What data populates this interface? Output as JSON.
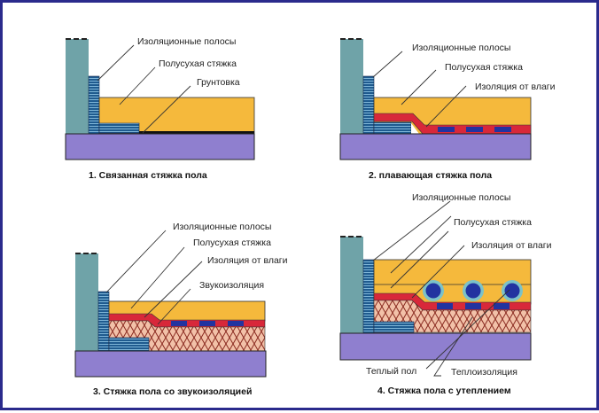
{
  "diagrams": [
    {
      "caption": "1. Связанная стяжка пола",
      "labels": [
        "Изоляционные полосы",
        "Полусухая стяжка",
        "Грунтовка"
      ]
    },
    {
      "caption": "2. плавающая стяжка пола",
      "labels": [
        "Изоляционные полосы",
        "Полусухая стяжка",
        "Изоляция от влаги"
      ]
    },
    {
      "caption": "3. Стяжка пола со звукоизоляцией",
      "labels": [
        "Изоляционные полосы",
        "Полусухая стяжка",
        "Изоляция от влаги",
        "Звукоизоляция"
      ]
    },
    {
      "caption": "4. Стяжка пола с утеплением",
      "labels": [
        "Изоляционные полосы",
        "Полусухая стяжка",
        "Изоляция от влаги",
        "Теплый пол",
        "Теплоизоляция"
      ]
    }
  ],
  "colors": {
    "border": "#2a2a8c",
    "wall": "#6fa3a8",
    "slab": "#8f7fcf",
    "screed": "#f5b93c",
    "moisture": "#d8283a",
    "strip": "#2c5d9a",
    "sound": "#f2c1a8",
    "pipe": "#2233a0"
  }
}
